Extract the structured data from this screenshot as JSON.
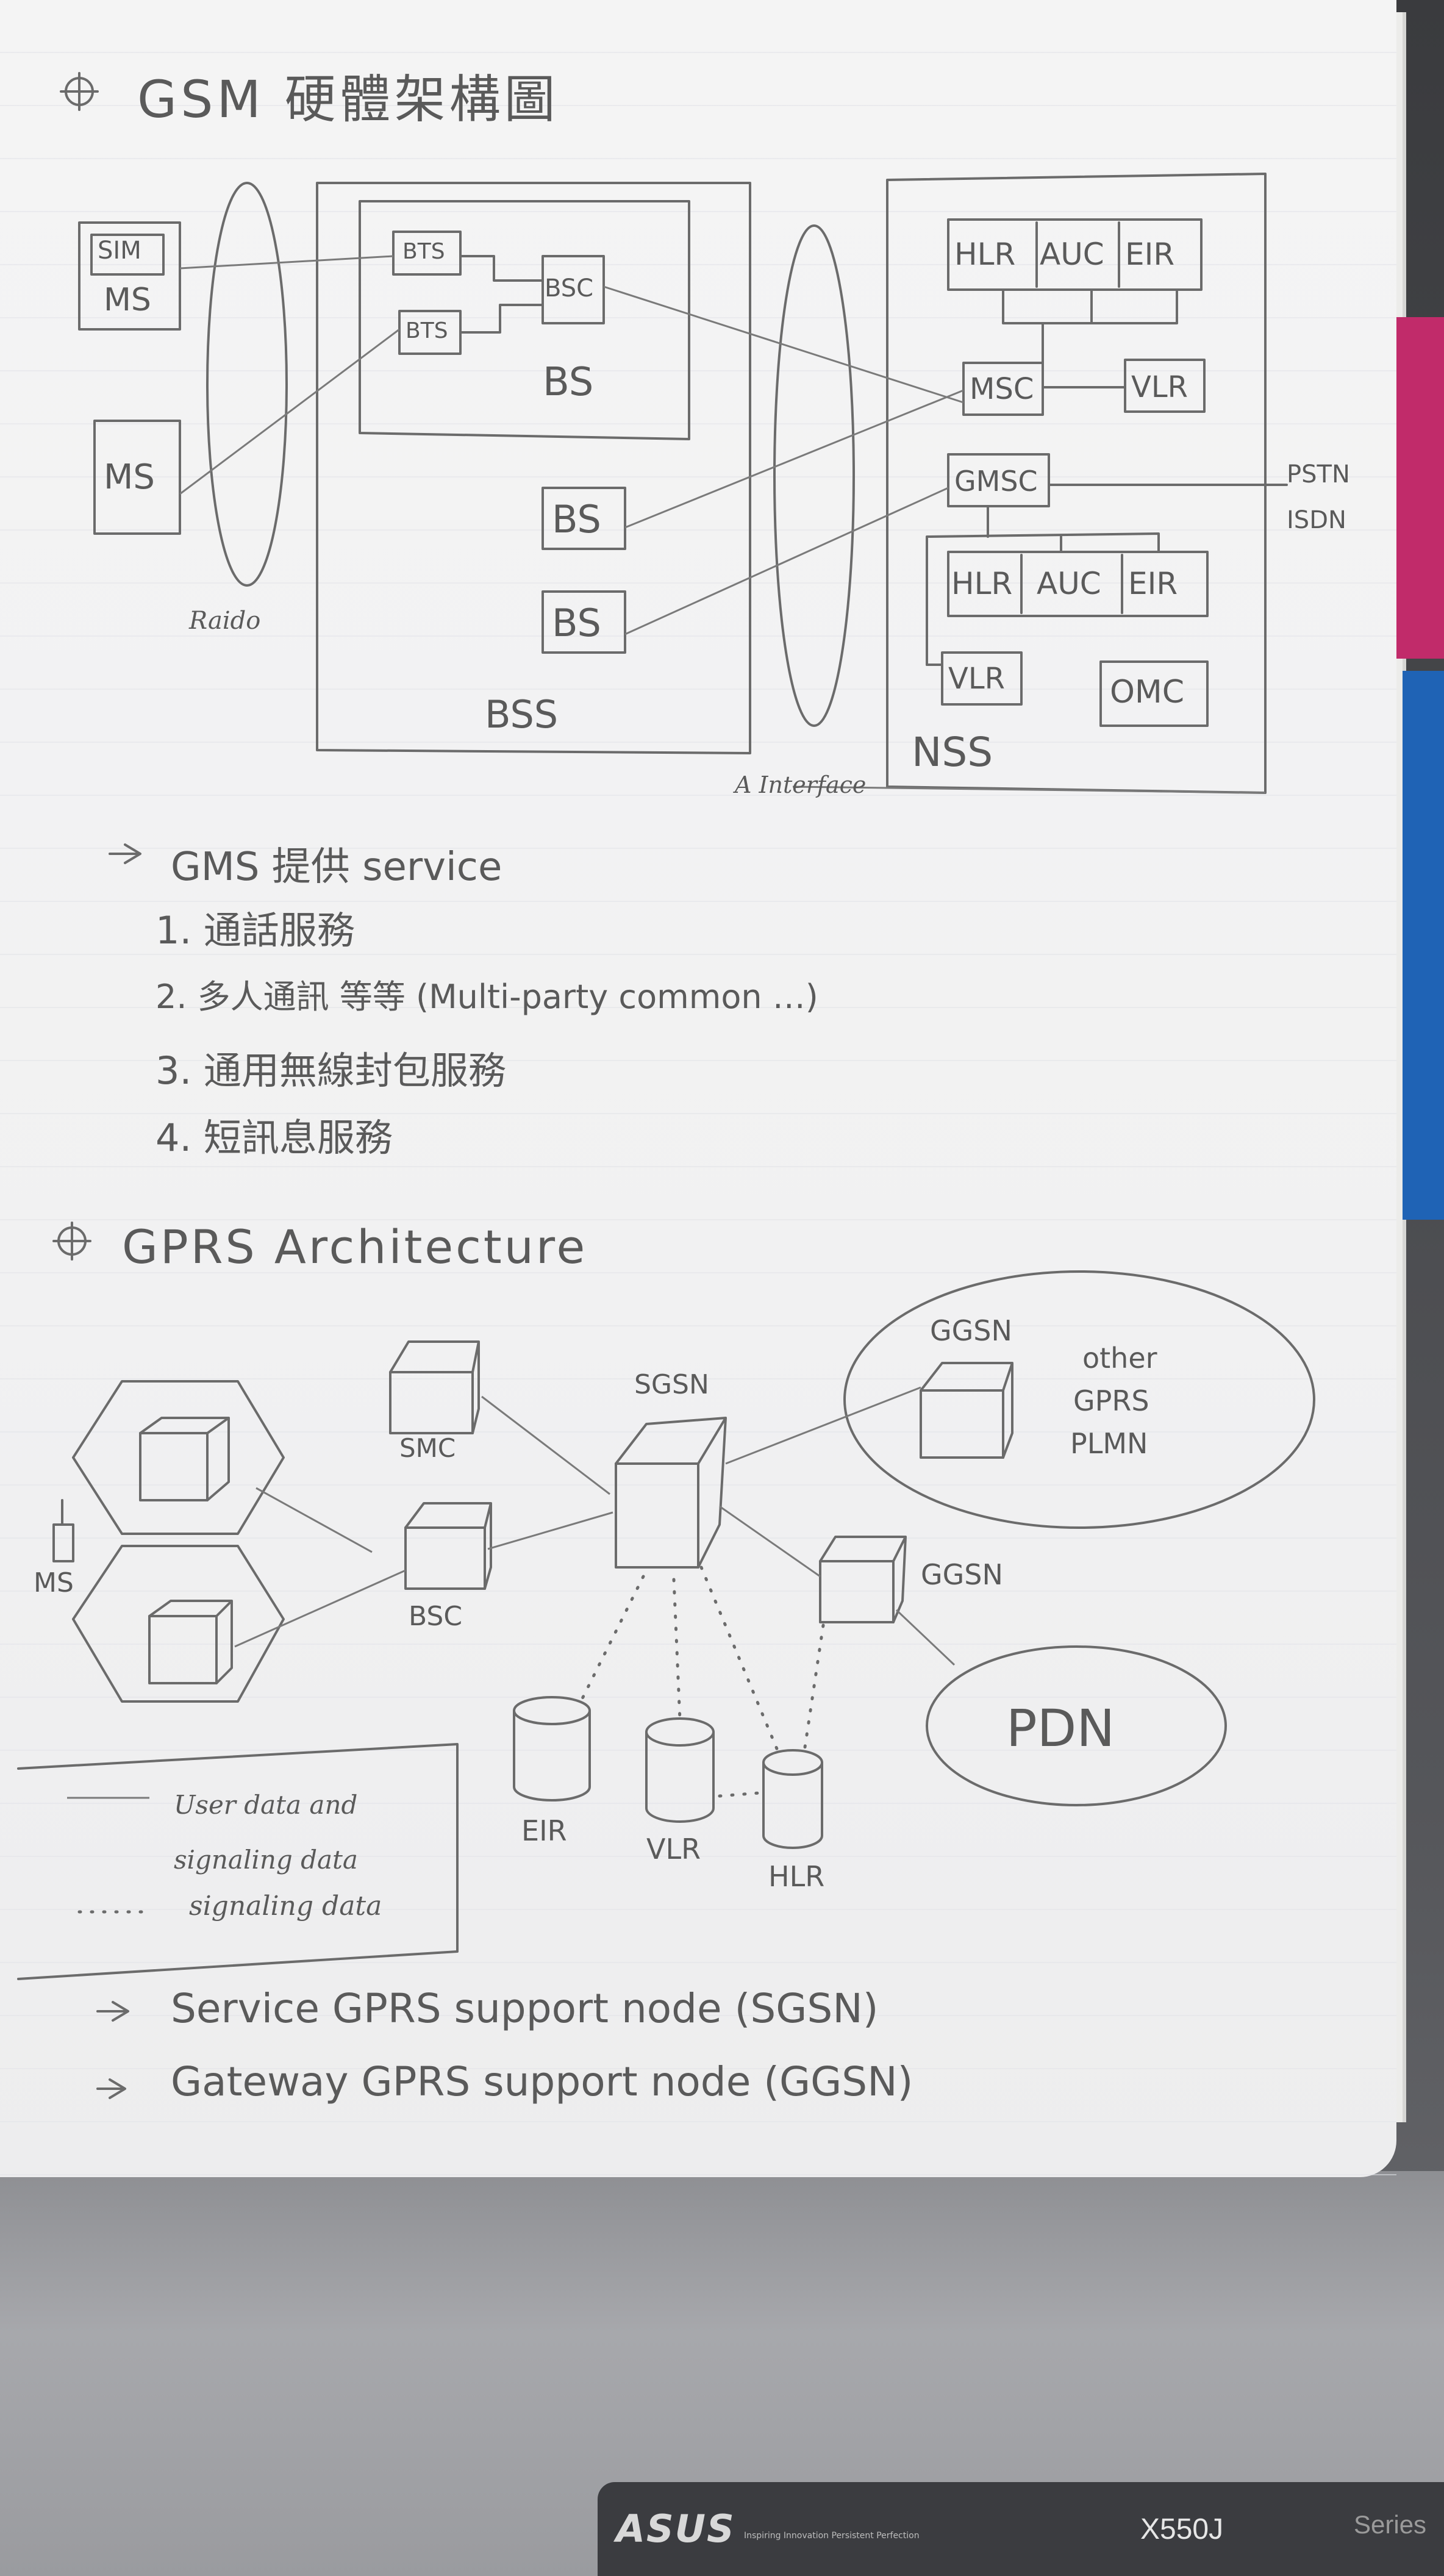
{
  "gsm": {
    "title": "GSM 硬體架構圖",
    "nodes": {
      "sim": "SIM",
      "ms_top": "MS",
      "ms_bottom": "MS",
      "bts1": "BTS",
      "bts2": "BTS",
      "bsc": "BSC",
      "bs_label": "BS",
      "bs2": "BS",
      "bs3": "BS",
      "bss_label": "BSS",
      "radio_label": "Raido",
      "a_interface": "A Interface",
      "hlr1": "HLR",
      "auc1": "AUC",
      "eir1": "EIR",
      "msc": "MSC",
      "vlr1": "VLR",
      "gmsc": "GMSC",
      "pstn": "PSTN",
      "isdn": "ISDN",
      "hlr2": "HLR",
      "auc2": "AUC",
      "eir2": "EIR",
      "vlr2": "VLR",
      "omc": "OMC",
      "nss_label": "NSS"
    }
  },
  "services": {
    "heading": "GMS 提供 service",
    "items": [
      "1. 通話服務",
      "2. 多人通訊 等等 (Multi-party common …)",
      "3. 通用無線封包服務",
      "4. 短訊息服務"
    ]
  },
  "gprs": {
    "title": "GPRS Architecture",
    "nodes": {
      "ms": "MS",
      "smc": "SMC",
      "bsc": "BSC",
      "sgsn": "SGSN",
      "ggsn_top": "GGSN",
      "other_plmn": [
        "other",
        "GPRS",
        "PLMN"
      ],
      "ggsn": "GGSN",
      "pdn": "PDN",
      "eir": "EIR",
      "vlr": "VLR",
      "hlr": "HLR"
    },
    "legend": {
      "solid": "User data and signaling data",
      "dotted": "signaling data"
    },
    "notes": [
      "Service GPRS support node (SGSN)",
      "Gateway GPRS support node (GGSN)"
    ]
  },
  "device": {
    "brand": "ASUS",
    "tagline": "Inspiring Innovation Persistent Perfection",
    "model": "X550J",
    "series": "Series"
  }
}
